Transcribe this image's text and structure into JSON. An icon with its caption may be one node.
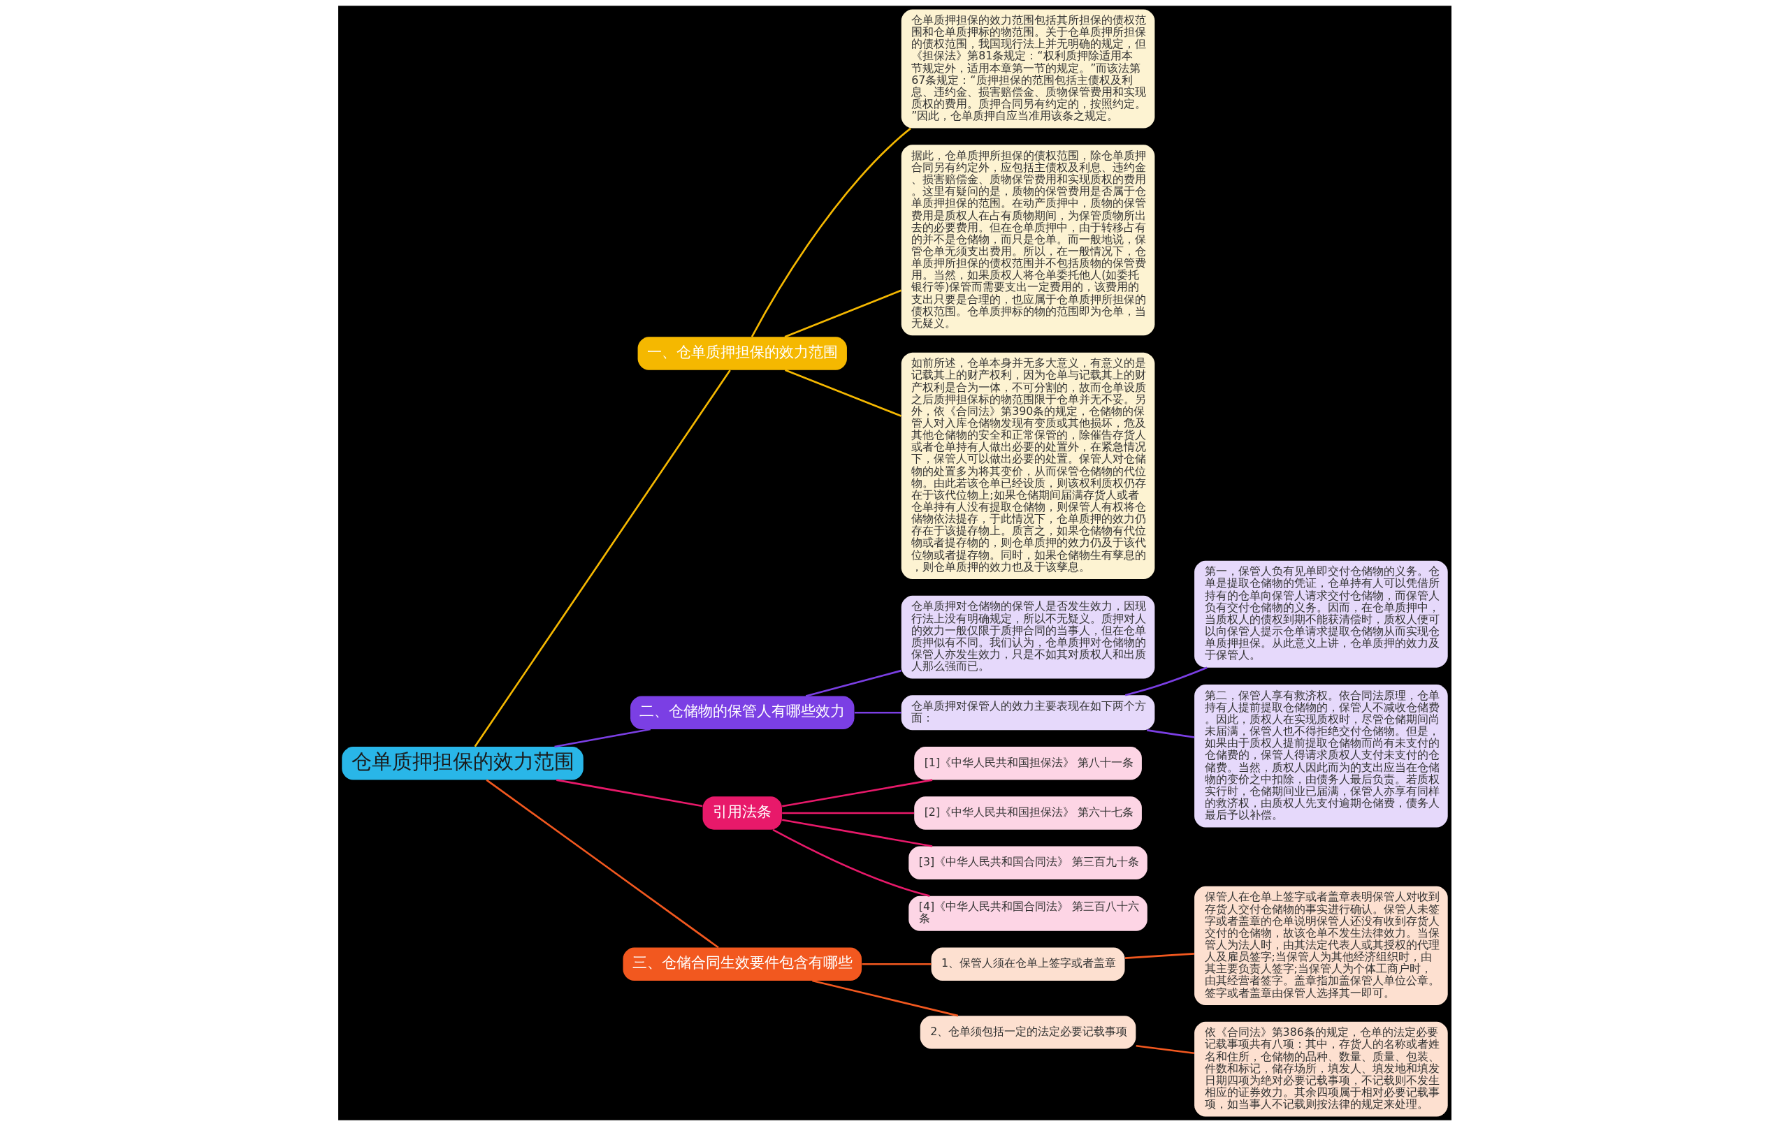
{
  "diagram": {
    "nodes": [
      {
        "text": [
          "仓单质押担保的效力范围"
        ]
      },
      {
        "text": [
          "一、仓单质押担保的效力范围"
        ]
      },
      {
        "text": [
          "仓单质押担保的效力范围包括其所担保的债权范围和仓单质押标的物范围。关于仓单质押所担保的债权范围，我国现行法上并无明确的规定，但《担保法》第81条规定：“权利质押除适用本节规定外，适用本章第一节的规定。”而该法第67条规定：“质押担保的范围包括主债权及利息、违约金、损害赔偿金、质物保管费用和实现质权的费用。质押合同另有约定的，按照约定。”因此，仓单质押自应当准用该条之规定。"
        ]
      },
      {
        "text": [
          "据此，仓单质押所担保的债权范围，除仓单质押合同另有约定外，应包括主债权及利息、违约金、损害赔偿金、质物保管费用和实现质权的费用。这里有疑问的是，质物的保管费用是否属于仓单质押担保的范围。在动产质押中，质物的保管费用是质权人在占有质物期间，为保管质物所出去的必要费用。但在仓单质押中，由于转移占有的并不是仓储物，而只是仓单。而一般地说，保管仓单无须支出费用。所以，在一般情况下，仓单质押所担保的债权范围并不包括质物的保管费用。当然，如果质权人将仓单委托他人(如委托银行等)保管而需要支出一定费用的，该费用的支出只要是合理的，也应属于仓单质押所担保的债权范围。仓单质押标的物的范围即为仓单，当无疑义。"
        ]
      },
      {
        "text": [
          "如前所述，仓单本身并无多大意义，有意义的是记载其上的财产权利，因为仓单与记载其上的财产权利是合为一体，不可分割的，故而仓单设质之后质押担保标的物范围限于仓单并无不妥。另外，依《合同法》第390条的规定，仓储物的保管人对入库仓储物发现有变质或其他损坏，危及其他仓储物的安全和正常保管的，除催告存货人或者仓单持有人做出必要的处置外，在紧急情况下，保管人可以做出必要的处置。保管人对仓储物的处置多为将其变价，从而保管仓储物的代位物。由此若该仓单已经设质，则该权利质权仍存在于该代位物上;如果仓储期间届满存货人或者仓单持有人没有提取仓储物，则保管人有权将仓储物依法提存，于此情况下，仓单质押的效力仍存在于该提存物上。质言之，如果仓储物有代位物或者提存物的，则仓单质押的效力仍及于该代位物或者提存物。同时，如果仓储物生有孳息的，则仓单质押的效力也及于该孳息。"
        ]
      },
      {
        "text": [
          "二、仓储物的保管人有哪些效力"
        ]
      },
      {
        "text": [
          "仓单质押对仓储物的保管人是否发生效力，因现行法上没有明确规定，所以不无疑义。质押对人的效力一般仅限于质押合同的当事人，但在仓单质押似有不同。我们认为，仓单质押对仓储物的保管人亦发生效力，只是不如其对质权人和出质人那么强而已。"
        ]
      },
      {
        "text": [
          "仓单质押对保管人的效力主要表现在如下两个方面："
        ]
      },
      {
        "text": [
          "第一，保管人负有见单即交付仓储物的义务。仓单是提取仓储物的凭证，仓单持有人可以凭借所持有的仓单向保管人请求交付仓储物，而保管人负有交付仓储物的义务。因而，在仓单质押中，当质权人的债权到期不能获清偿时，质权人便可以向保管人提示仓单请求提取仓储物从而实现仓单质押担保。从此意义上讲，仓单质押的效力及于保管人。"
        ]
      },
      {
        "text": [
          "第二，保管人享有救济权。依合同法原理，仓单持有人提前提取仓储物的，保管人不减收仓储费。因此，质权人在实现质权时，尽管仓储期间尚未届满，保管人也不得拒绝交付仓储物。但是，如果由于质权人提前提取仓储物而尚有未支付的仓储费的，保管人得请求质权人支付未支付的仓储费。当然，质权人因此而为的支出应当在仓储物的变价之中扣除，由债务人最后负责。若质权实行时，仓储期间业已届满，保管人亦享有同样的救济权，由质权人先支付逾期仓储费，债务人最后予以补偿。"
        ]
      },
      {
        "text": [
          "引用法条"
        ]
      },
      {
        "text": [
          "[1]《中华人民共和国担保法》 第八十一条"
        ]
      },
      {
        "text": [
          "[2]《中华人民共和国担保法》 第六十七条"
        ]
      },
      {
        "text": [
          "[3]《中华人民共和国合同法》 第三百九十条"
        ]
      },
      {
        "text": [
          "[4]《中华人民共和国合同法》 第三百八十六条"
        ]
      },
      {
        "text": [
          "三、仓储合同生效要件包含有哪些"
        ]
      },
      {
        "text": [
          "1、保管人须在仓单上签字或者盖章"
        ]
      },
      {
        "text": [
          "保管人在仓单上签字或者盖章表明保管人对收到存货人交付仓储物的事实进行确认。保管人未签字或者盖章的仓单说明保管人还没有收到存货人交付的仓储物，故该仓单不发生法律效力。当保管人为法人时，由其法定代表人或其授权的代理人及雇员签字;当保管人为其他经济组织时，由其主要负责人签字;当保管人为个体工商户时，由其经营者签字。盖章指加盖保管人单位公章。签字或者盖章由保管人选择其一即可。"
        ]
      },
      {
        "text": [
          "2、仓单须包括一定的法定必要记载事项"
        ]
      },
      {
        "text": [
          "依《合同法》第386条的规定，仓单的法定必要记载事项共有八项：其中，存货人的名称或者姓名和住所，仓储物的品种、数量、质量、包装、件数和标记，储存场所，填发人、填发地和填发日期四项为绝对必要记载事项，不记载则不发生相应的证券效力。其余四项属于相对必要记载事项，如当事人不记载则按法律的规定来处理。"
        ]
      }
    ],
    "edges": [
      {
        "from": 0,
        "to": 1,
        "arrow": "none",
        "color": "#f5b800"
      },
      {
        "from": 1,
        "to": 2,
        "arrow": "none",
        "color": "#f5b800"
      },
      {
        "from": 1,
        "to": 3,
        "arrow": "none",
        "color": "#f5b800"
      },
      {
        "from": 1,
        "to": 4,
        "arrow": "none",
        "color": "#f5b800"
      },
      {
        "from": 0,
        "to": 5,
        "arrow": "none",
        "color": "#7b3fe4"
      },
      {
        "from": 5,
        "to": 6,
        "arrow": "none",
        "color": "#7b3fe4"
      },
      {
        "from": 5,
        "to": 7,
        "arrow": "none",
        "color": "#7b3fe4"
      },
      {
        "from": 7,
        "to": 8,
        "arrow": "none",
        "color": "#7b3fe4"
      },
      {
        "from": 7,
        "to": 9,
        "arrow": "none",
        "color": "#7b3fe4"
      },
      {
        "from": 0,
        "to": 10,
        "arrow": "none",
        "color": "#e8196a"
      },
      {
        "from": 10,
        "to": 11,
        "arrow": "none",
        "color": "#e8196a"
      },
      {
        "from": 10,
        "to": 12,
        "arrow": "none",
        "color": "#e8196a"
      },
      {
        "from": 10,
        "to": 13,
        "arrow": "none",
        "color": "#e8196a"
      },
      {
        "from": 10,
        "to": 14,
        "arrow": "none",
        "color": "#e8196a"
      },
      {
        "from": 0,
        "to": 15,
        "arrow": "none",
        "color": "#f2581f"
      },
      {
        "from": 15,
        "to": 16,
        "arrow": "none",
        "color": "#f2581f"
      },
      {
        "from": 16,
        "to": 17,
        "arrow": "none",
        "color": "#f2581f"
      },
      {
        "from": 15,
        "to": 18,
        "arrow": "none",
        "color": "#f2581f"
      },
      {
        "from": 18,
        "to": 19,
        "arrow": "none",
        "color": "#f2581f"
      }
    ]
  }
}
